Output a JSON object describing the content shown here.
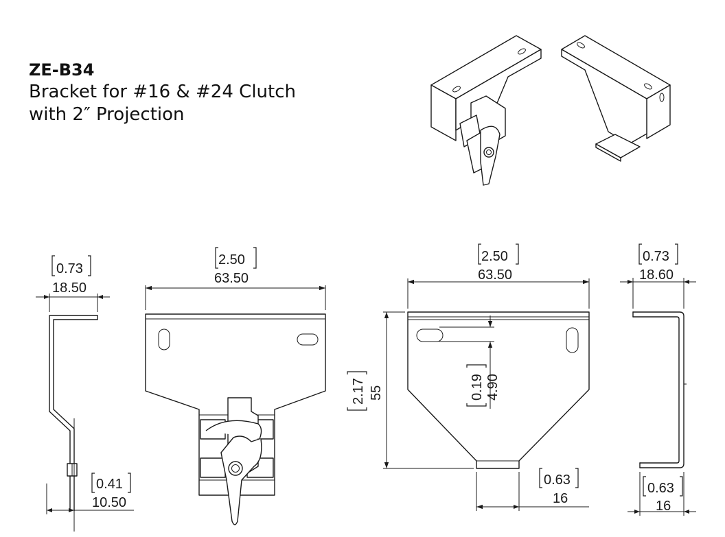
{
  "title": {
    "part_number": "ZE-B34",
    "line1": "Bracket for #16 & #24 Clutch",
    "line2": "with 2″ Projection"
  },
  "dimensions": {
    "side_left_top_in": "0.73",
    "side_left_top_mm": "18.50",
    "side_left_bottom_in": "0.41",
    "side_left_bottom_mm": "10.50",
    "front_width_in": "2.50",
    "front_width_mm": "63.50",
    "rear_width_in": "2.50",
    "rear_width_mm": "63.50",
    "rear_height_in": "2.17",
    "rear_height_mm": "55",
    "slot_offset_in": "0.19",
    "slot_offset_mm": "4.90",
    "tab_width_in": "0.63",
    "tab_width_mm": "16",
    "side_right_top_in": "0.73",
    "side_right_top_mm": "18.60",
    "side_right_bottom_in": "0.63",
    "side_right_bottom_mm": "16"
  }
}
